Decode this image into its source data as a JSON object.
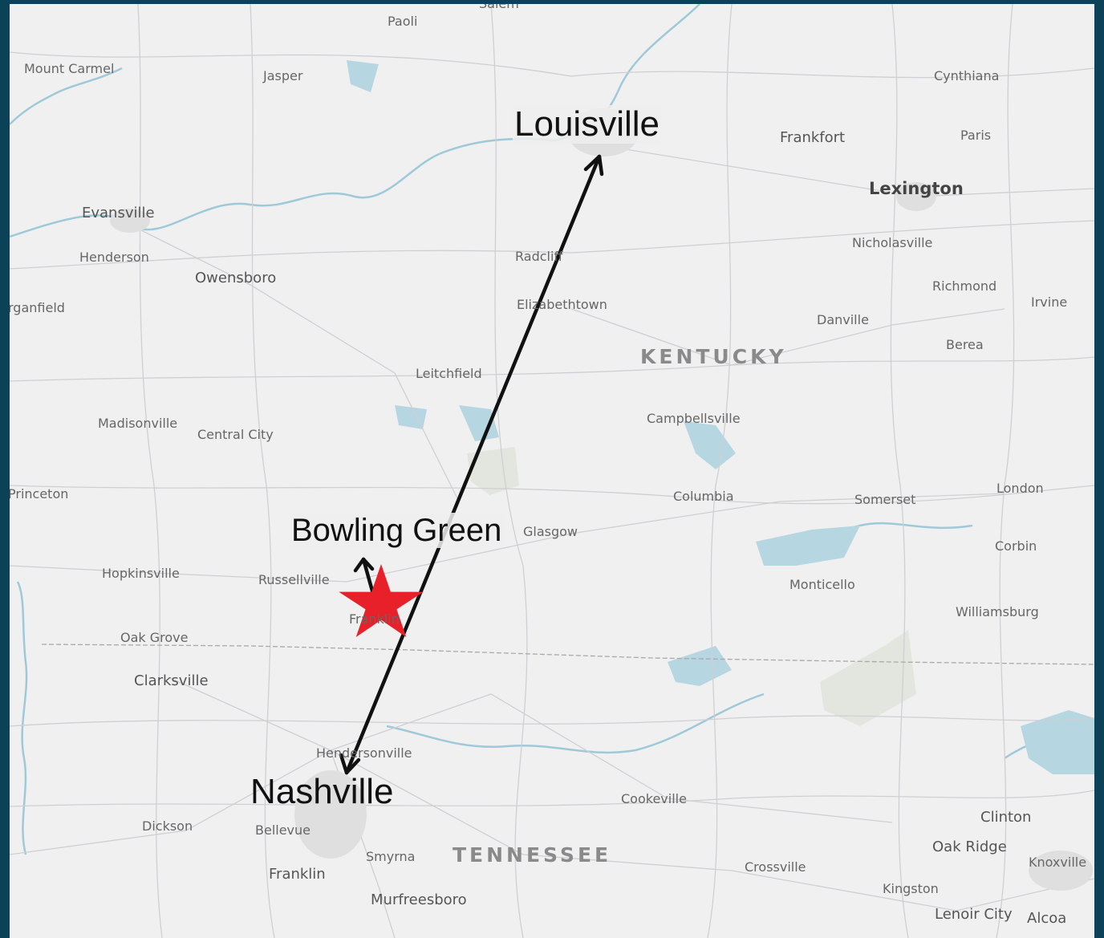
{
  "map": {
    "states": [
      "KENTUCKY",
      "TENNESSEE"
    ],
    "places": {
      "salem": "Salem",
      "paoli": "Paoli",
      "mount_carmel": "Mount Carmel",
      "jasper": "Jasper",
      "cynthiana": "Cynthiana",
      "frankfort": "Frankfort",
      "paris": "Paris",
      "lexington": "Lexington",
      "evansville": "Evansville",
      "henderson": "Henderson",
      "owensboro": "Owensboro",
      "morganfield": "rganfield",
      "radcliff": "Radcliff",
      "nicholasville": "Nicholasville",
      "richmond": "Richmond",
      "irvine": "Irvine",
      "elizabethtown": "Elizabethtown",
      "danville": "Danville",
      "berea": "Berea",
      "leitchfield": "Leitchfield",
      "campbellsville": "Campbellsville",
      "madisonville": "Madisonville",
      "central_city": "Central City",
      "princeton": "Princeton",
      "columbia": "Columbia",
      "london": "London",
      "somerset": "Somerset",
      "glasgow": "Glasgow",
      "corbin": "Corbin",
      "hopkinsville": "Hopkinsville",
      "russellville": "Russellville",
      "monticello": "Monticello",
      "franklin_ky": "Franklin",
      "williamsburg": "Williamsburg",
      "oak_grove": "Oak Grove",
      "clarksville": "Clarksville",
      "hendersonville": "Hendersonville",
      "cookeville": "Cookeville",
      "clinton": "Clinton",
      "dickson": "Dickson",
      "bellevue": "Bellevue",
      "oak_ridge": "Oak Ridge",
      "smyrna": "Smyrna",
      "knoxville": "Knoxville",
      "crossville": "Crossville",
      "franklin_tn": "Franklin",
      "kingston": "Kingston",
      "murfreesboro": "Murfreesboro",
      "lenoir_city": "Lenoir City",
      "alcoa": "Alcoa"
    }
  },
  "overlay": {
    "louisville": "Louisville",
    "bowling_green": "Bowling Green",
    "nashville": "Nashville"
  },
  "colors": {
    "frame": "#0b4257",
    "land": "#f1f0f1",
    "water": "#9ec9d8",
    "roads": "#cfcfd3",
    "route": "#111111",
    "marker": "#e8202a"
  },
  "icons": {
    "marker": "star-icon"
  }
}
